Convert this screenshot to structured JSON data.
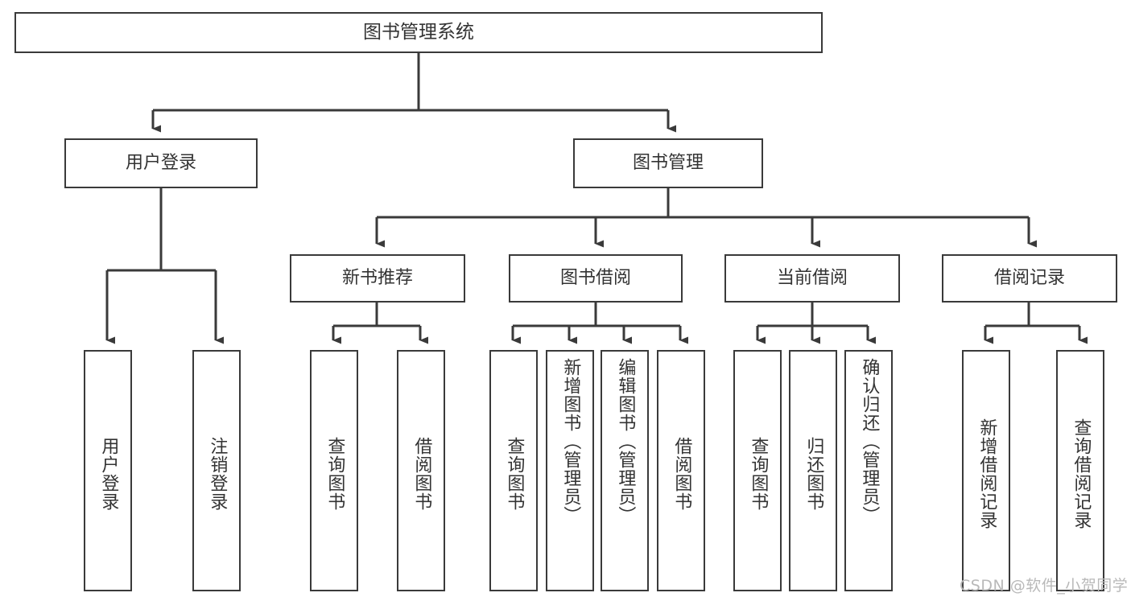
{
  "diagram": {
    "type": "tree-hierarchy",
    "title": "图书管理系统",
    "watermark": "CSDN @软件_小贺同学",
    "colors": {
      "stroke": "#3a3a3a",
      "text": "#333333",
      "background": "#ffffff",
      "watermark": "#b9b9b9"
    },
    "nodes": {
      "root": {
        "label": "图书管理系统"
      },
      "level2": [
        {
          "label": "用户登录"
        },
        {
          "label": "图书管理"
        }
      ],
      "level3": [
        {
          "label": "新书推荐"
        },
        {
          "label": "图书借阅"
        },
        {
          "label": "当前借阅"
        },
        {
          "label": "借阅记录"
        }
      ],
      "leaves": {
        "user_login": [
          {
            "label": "用户登录"
          },
          {
            "label": "注销登录"
          }
        ],
        "new_book_recommend": [
          {
            "label": "查询图书"
          },
          {
            "label": "借阅图书"
          }
        ],
        "book_borrow": [
          {
            "label": "查询图书"
          },
          {
            "label": "新增图书（管理员）"
          },
          {
            "label": "编辑图书（管理员）"
          },
          {
            "label": "借阅图书"
          }
        ],
        "current_borrow": [
          {
            "label": "查询图书"
          },
          {
            "label": "归还图书"
          },
          {
            "label": "确认归还（管理员）"
          }
        ],
        "borrow_record": [
          {
            "label": "新增借阅记录"
          },
          {
            "label": "查询借阅记录"
          }
        ]
      }
    }
  }
}
